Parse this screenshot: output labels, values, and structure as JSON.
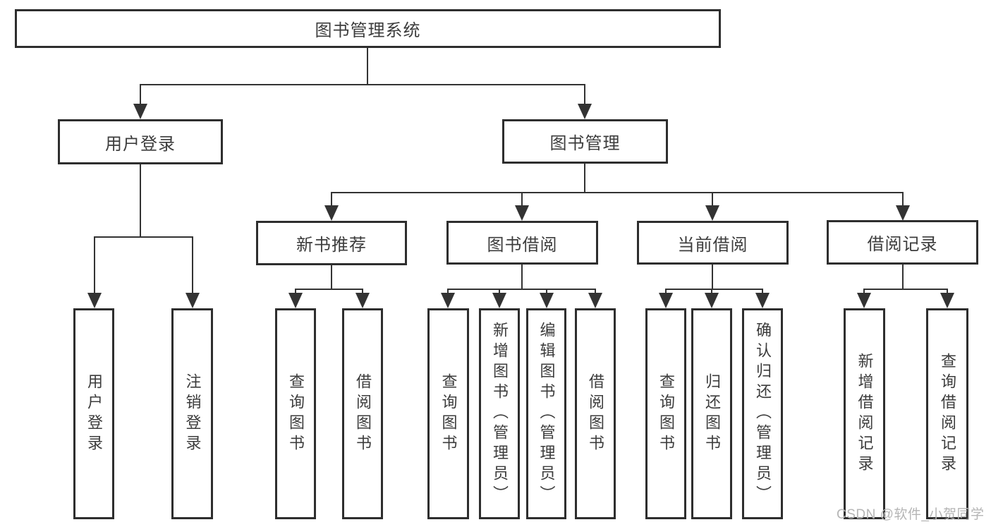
{
  "system": {
    "title": "图书管理系统"
  },
  "modules": {
    "user_login": {
      "label": "用户登录",
      "children": {
        "login": "用户登录",
        "logout": "注销登录"
      }
    },
    "book_mgmt": {
      "label": "图书管理",
      "sections": {
        "new_books": {
          "label": "新书推荐",
          "children": {
            "query": "查询图书",
            "borrow": "借阅图书"
          }
        },
        "borrowing": {
          "label": "图书借阅",
          "children": {
            "query": "查询图书",
            "add": "新增图书（管理员）",
            "edit": "编辑图书（管理员）",
            "borrow": "借阅图书"
          }
        },
        "current": {
          "label": "当前借阅",
          "children": {
            "query": "查询图书",
            "return": "归还图书",
            "confirm": "确认归还（管理员）"
          }
        },
        "records": {
          "label": "借阅记录",
          "children": {
            "add": "新增借阅记录",
            "query": "查询借阅记录"
          }
        }
      }
    }
  },
  "watermark": {
    "text": "CSDN @软件_小贺同学"
  },
  "colors": {
    "line": "#333333",
    "border": "#2e2e2e",
    "text": "#3c3c3c",
    "watermark": "#b5b5b5",
    "background": "#ffffff"
  }
}
